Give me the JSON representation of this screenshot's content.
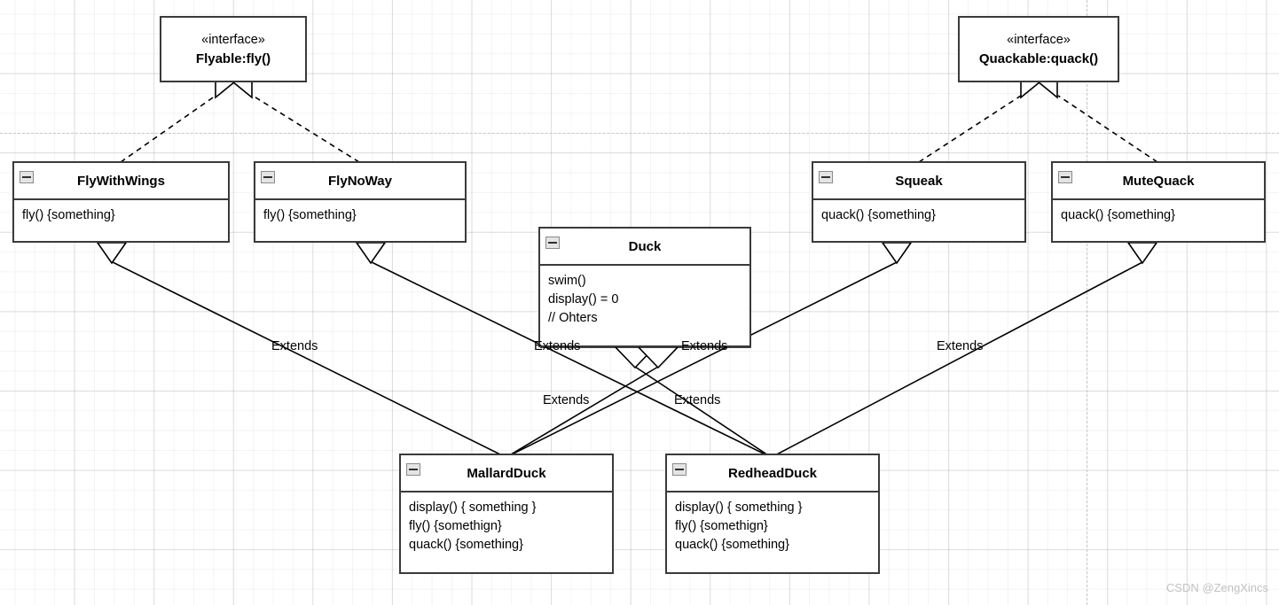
{
  "diagram": {
    "type": "uml-class-diagram",
    "watermark": "CSDN @ZengXincs",
    "colors": {
      "box_border": "#3a3a3a",
      "box_fill": "#ffffff",
      "line": "#000000",
      "grid_minor": "#f2f2f2",
      "grid_major": "#e6e6e6",
      "watermark": "#c2c2c2"
    }
  },
  "interfaces": [
    {
      "id": "flyable",
      "stereotype": "«interface»",
      "name": "Flyable:fly()"
    },
    {
      "id": "quackable",
      "stereotype": "«interface»",
      "name": "Quackable:quack()"
    }
  ],
  "classes": [
    {
      "id": "flywithwings",
      "name": "FlyWithWings",
      "members": [
        "fly() {something}"
      ],
      "collapse_icon": "minus-icon"
    },
    {
      "id": "flynoway",
      "name": "FlyNoWay",
      "members": [
        "fly() {something}"
      ],
      "collapse_icon": "minus-icon"
    },
    {
      "id": "duck",
      "name": "Duck",
      "members": [
        "swim()",
        "display() = 0",
        "// Ohters"
      ],
      "collapse_icon": "minus-icon"
    },
    {
      "id": "squeak",
      "name": "Squeak",
      "members": [
        "quack() {something}"
      ],
      "collapse_icon": "minus-icon"
    },
    {
      "id": "mutequack",
      "name": "MuteQuack",
      "members": [
        "quack() {something}"
      ],
      "collapse_icon": "minus-icon"
    },
    {
      "id": "mallardduck",
      "name": "MallardDuck",
      "members": [
        "display() { something }",
        "fly() {somethign}",
        "quack() {something}"
      ],
      "collapse_icon": "minus-icon"
    },
    {
      "id": "redheadduck",
      "name": "RedheadDuck",
      "members": [
        "display() { something }",
        "fly() {somethign}",
        "quack() {something}"
      ],
      "collapse_icon": "minus-icon"
    }
  ],
  "edge_labels": {
    "left_extends": "Extends",
    "duck_left_extends": "Extends",
    "duck_right_extends": "Extends",
    "right_extends": "Extends",
    "mallard_extends": "Extends",
    "redhead_extends": "Extends"
  }
}
